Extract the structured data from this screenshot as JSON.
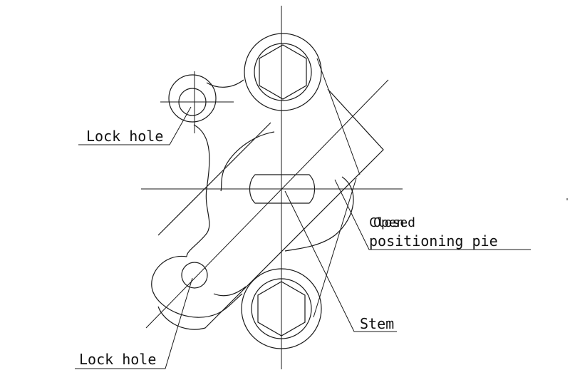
{
  "labels": {
    "lock_hole_top": "Lock hole",
    "lock_hole_bottom": "Lock hole",
    "stem": "Stem",
    "overlap_a": "Closed",
    "overlap_b": "Open",
    "positioning": "positioning pie"
  },
  "colors": {
    "line": "#1a1a1a",
    "background": "#ffffff"
  }
}
